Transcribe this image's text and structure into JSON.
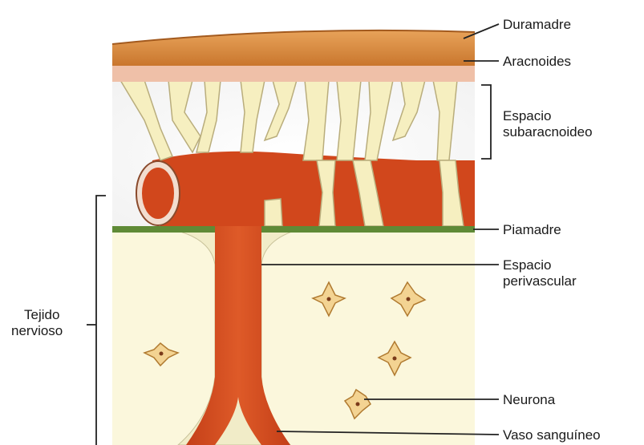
{
  "labels": {
    "duramadre": "Duramadre",
    "aracnoides": "Aracnoides",
    "espacio_sub_1": "Espacio",
    "espacio_sub_2": "subaracnoideo",
    "piamadre": "Piamadre",
    "espacio_peri_1": "Espacio",
    "espacio_peri_2": "perivascular",
    "tejido_1": "Tejido",
    "tejido_2": "nervioso",
    "neurona": "Neurona",
    "vaso": "Vaso sanguíneo"
  },
  "colors": {
    "duramadre": "#d98b3a",
    "aracnoides": "#efc0a8",
    "trabecula": "#f6efc0",
    "vessel": "#d1471c",
    "tissue": "#fbf7dc",
    "piamadre": "#5f8a36",
    "neuron": "#f3d392"
  }
}
